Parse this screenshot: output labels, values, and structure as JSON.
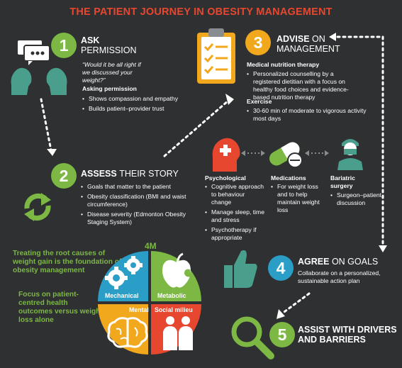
{
  "title": "THE PATIENT JOURNEY IN OBESITY MANAGEMENT",
  "steps": {
    "ask": {
      "number": "1",
      "heading_bold": "ASK",
      "heading_light": "PERMISSION",
      "quote": "“Would it be all right if we discussed your weight?”",
      "subheading": "Asking permission",
      "bullets": [
        "Shows compassion and empathy",
        "Builds patient–provider trust"
      ]
    },
    "assess": {
      "number": "2",
      "heading_bold": "ASSESS",
      "heading_light": "THEIR STORY",
      "bullets": [
        "Goals that matter to the patient",
        "Obesity classification (BMI and waist circumference)",
        "Disease severity (Edmonton Obesity Staging System)"
      ]
    },
    "advise": {
      "number": "3",
      "heading_bold": "ADVISE",
      "heading_light": "ON MANAGEMENT",
      "sub1": "Medical nutrition therapy",
      "bullets1": [
        "Personalized counselling by a registered dietitian with a focus on healthy food choices and evidence-based nutrition therapy"
      ],
      "sub2": "Exercise",
      "bullets2": [
        "30-60 min of moderate to vigorous activity most days"
      ],
      "columns": [
        {
          "title": "Psychological",
          "bullets": [
            "Cognitive approach to behaviour change",
            "Manage sleep, time and stress",
            "Psychotherapy if appropriate"
          ]
        },
        {
          "title": "Medications",
          "bullets": [
            "For weight loss and to help maintain weight loss"
          ]
        },
        {
          "title": "Bariatric surgery",
          "bullets": [
            "Surgeon–patient discussion"
          ]
        }
      ]
    },
    "agree": {
      "number": "4",
      "heading_bold": "AGREE",
      "heading_light": "ON GOALS",
      "text": "Collaborate on a personalized, sustainable action plan"
    },
    "assist": {
      "number": "5",
      "heading_bold": "ASSIST",
      "heading_light": "WITH DRIVERS AND BARRIERS"
    }
  },
  "side_notes": {
    "note1": "Treating the root causes of weight gain is the foundation of obesity management",
    "note2": "Focus on patient-centred health outcomes versus weight loss alone"
  },
  "four_m": {
    "label": "4M",
    "quadrants": [
      "Mechanical",
      "Metabolic",
      "Mental",
      "Social milieu"
    ]
  },
  "colors": {
    "title": "#e8472f",
    "green": "#7cb843",
    "orange": "#f2a81d",
    "blue": "#2a9ec7",
    "red": "#e8472f",
    "teal": "#4a9e8c",
    "background": "#2e3032"
  },
  "icons": [
    "speech-bubbles-icon",
    "two-heads-icon",
    "refresh-arrows-icon",
    "clipboard-checklist-icon",
    "first-aid-head-icon",
    "pill-icon",
    "surgeon-icon",
    "thumbs-up-icon",
    "magnifier-icon",
    "gears-icon",
    "apple-icon",
    "brain-icon",
    "people-icon"
  ]
}
